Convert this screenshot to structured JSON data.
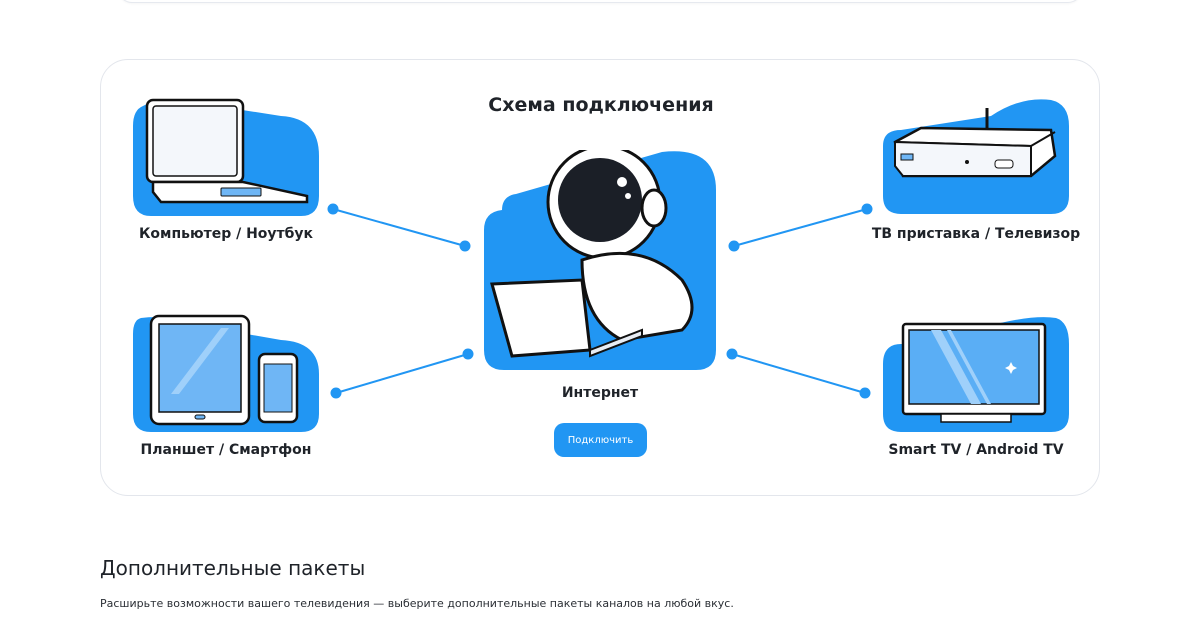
{
  "scheme": {
    "title": "Схема подключения",
    "center_label": "Интернет",
    "connect_button": "Подключить",
    "devices": [
      {
        "label": "Компьютер / Ноутбук",
        "icon": "laptop-icon"
      },
      {
        "label": "Планшет / Смартфон",
        "icon": "tablet-phone-icon"
      },
      {
        "label": "ТВ приставка / Телевизор",
        "icon": "set-top-box-icon"
      },
      {
        "label": "Smart TV / Android TV",
        "icon": "smart-tv-icon"
      }
    ]
  },
  "packages": {
    "heading": "Дополнительные пакеты",
    "description": "Расширьте возможности вашего телевидения — выберите дополнительные пакеты каналов на любой вкус."
  },
  "colors": {
    "accent": "#2196f3",
    "text": "#1f2329"
  }
}
